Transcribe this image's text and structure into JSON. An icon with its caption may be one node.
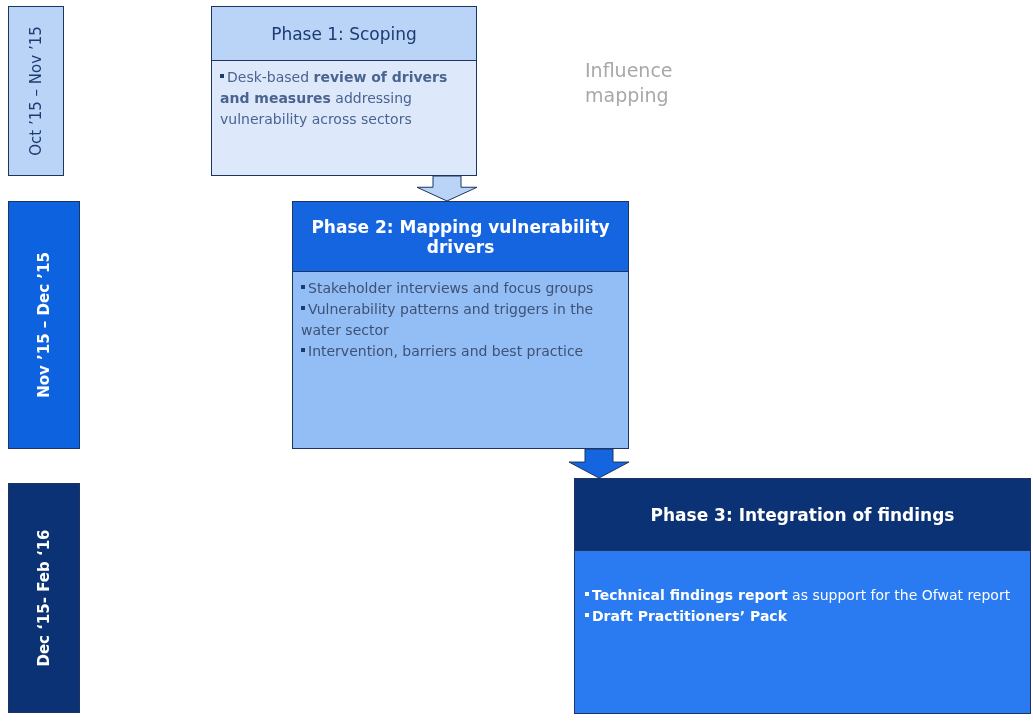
{
  "diagram": {
    "nodes": [
      {
        "text": [
          "Oct ’15 – Nov ’15"
        ]
      },
      {
        "text": [
          "Phase 1: Scoping",
          "Desk-based **review of drivers and measures** addressing vulnerability across sectors"
        ]
      },
      {
        "text": [
          "Nov ’15 – Dec ’15"
        ]
      },
      {
        "text": [
          "Phase 2: Mapping vulnerability drivers",
          "Stakeholder interviews and focus groups",
          "Vulnerability patterns and triggers in the water sector",
          "Intervention, barriers and best practice"
        ]
      },
      {
        "text": [
          "Dec ‘15- Feb ‘16"
        ]
      },
      {
        "text": [
          "Phase 3: Integration of findings",
          "**Technical findings report** as support for the Ofwat report",
          "**Draft Practitioners’ Pack**"
        ]
      }
    ],
    "edges": [
      {
        "from": 1,
        "to": 3,
        "arrow": "to"
      },
      {
        "from": 3,
        "to": 5,
        "arrow": "to"
      }
    ],
    "labels": [
      "Influence mapping"
    ]
  }
}
